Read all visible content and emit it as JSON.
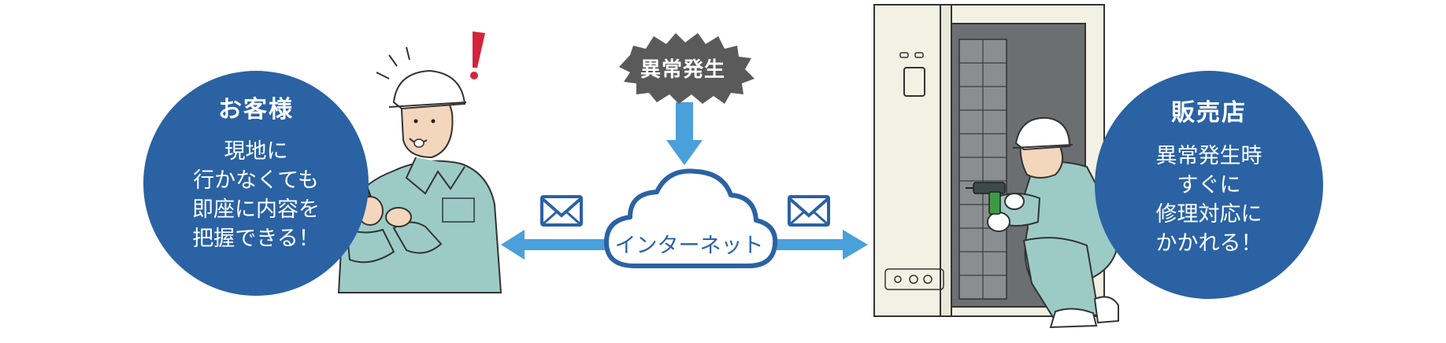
{
  "customer": {
    "title": "お客様",
    "lines": [
      "現地に",
      "行かなくても",
      "即座に内容を",
      "把握できる！"
    ]
  },
  "dealer": {
    "title": "販売店",
    "lines": [
      "異常発生時",
      "すぐに",
      "修理対応に",
      "かかれる！"
    ]
  },
  "alert": {
    "label": "異常発生",
    "exclamation": "!"
  },
  "network": {
    "label": "インターネット"
  },
  "colors": {
    "circle_blue": "#2a62a4",
    "arrow_blue": "#4aa0db",
    "burst_gray": "#5a5a5a",
    "uniform_teal": "#9ccbc6",
    "unit_body": "#f3f1e3",
    "alert_red": "#d2243a"
  },
  "icons": [
    "mail-icon",
    "mail-icon",
    "cloud-icon",
    "burst-icon",
    "worker-illustration",
    "technician-illustration",
    "outdoor-unit-illustration"
  ]
}
